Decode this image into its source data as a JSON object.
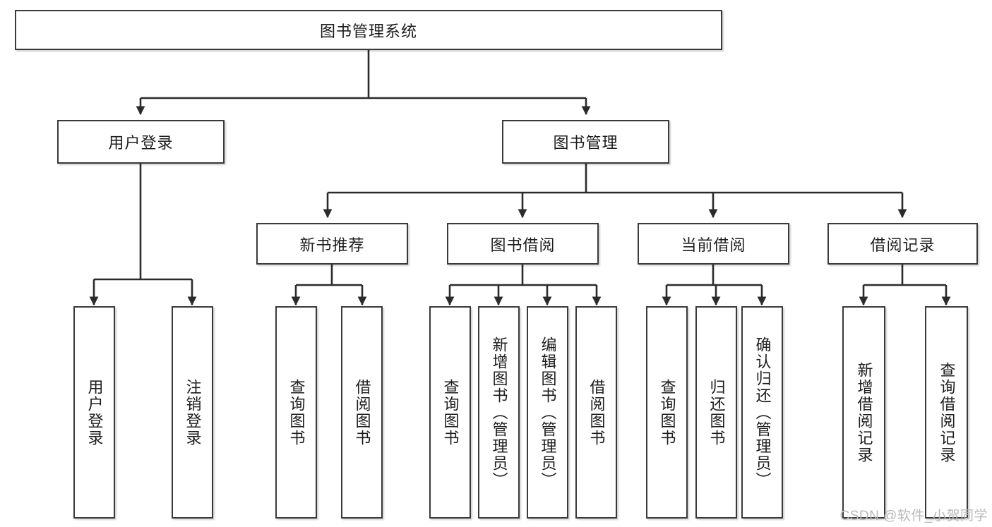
{
  "diagram": {
    "title": "图书管理系统",
    "type": "tree",
    "watermark": "CSDN @软件_小贺同学",
    "colors": {
      "box_border": "#3a3a3a",
      "box_fill": "#ffffff",
      "edge": "#2b2b2b",
      "text": "#1d1d1d",
      "watermark": "#b9b9b9",
      "background": "#ffffff"
    },
    "root": {
      "id": "root",
      "label": "图书管理系统",
      "orientation": "horizontal"
    },
    "level2": [
      {
        "id": "user-login",
        "label": "用户登录",
        "orientation": "horizontal"
      },
      {
        "id": "book-manage",
        "label": "图书管理",
        "orientation": "horizontal"
      }
    ],
    "level3": [
      {
        "id": "new-book-rec",
        "label": "新书推荐",
        "orientation": "horizontal",
        "parent": "book-manage"
      },
      {
        "id": "book-borrow",
        "label": "图书借阅",
        "orientation": "horizontal",
        "parent": "book-manage"
      },
      {
        "id": "current-borrow",
        "label": "当前借阅",
        "orientation": "horizontal",
        "parent": "book-manage"
      },
      {
        "id": "borrow-record",
        "label": "借阅记录",
        "orientation": "horizontal",
        "parent": "book-manage"
      }
    ],
    "leaves": [
      {
        "id": "leaf-user-login",
        "label": "用户登录",
        "orientation": "vertical",
        "parent": "user-login"
      },
      {
        "id": "leaf-user-logout",
        "label": "注销登录",
        "orientation": "vertical",
        "parent": "user-login"
      },
      {
        "id": "leaf-query-book-1",
        "label": "查询图书",
        "orientation": "vertical",
        "parent": "new-book-rec"
      },
      {
        "id": "leaf-borrow-book-1",
        "label": "借阅图书",
        "orientation": "vertical",
        "parent": "new-book-rec"
      },
      {
        "id": "leaf-query-book-2",
        "label": "查询图书",
        "orientation": "vertical",
        "parent": "book-borrow"
      },
      {
        "id": "leaf-add-book",
        "label": "新增图书（管理员）",
        "orientation": "vertical",
        "parent": "book-borrow"
      },
      {
        "id": "leaf-edit-book",
        "label": "编辑图书（管理员）",
        "orientation": "vertical",
        "parent": "book-borrow"
      },
      {
        "id": "leaf-borrow-book-2",
        "label": "借阅图书",
        "orientation": "vertical",
        "parent": "book-borrow"
      },
      {
        "id": "leaf-query-book-3",
        "label": "查询图书",
        "orientation": "vertical",
        "parent": "current-borrow"
      },
      {
        "id": "leaf-return-book",
        "label": "归还图书",
        "orientation": "vertical",
        "parent": "current-borrow"
      },
      {
        "id": "leaf-confirm-return",
        "label": "确认归还（管理员）",
        "orientation": "vertical",
        "parent": "current-borrow"
      },
      {
        "id": "leaf-add-record",
        "label": "新增借阅记录",
        "orientation": "vertical",
        "parent": "borrow-record"
      },
      {
        "id": "leaf-query-record",
        "label": "查询借阅记录",
        "orientation": "vertical",
        "parent": "borrow-record"
      }
    ]
  }
}
